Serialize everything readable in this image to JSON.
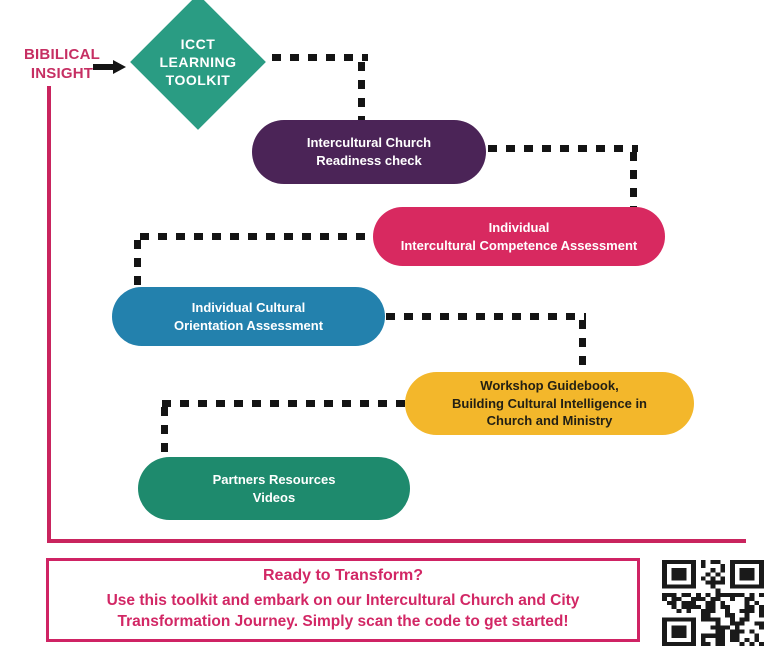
{
  "colors": {
    "accent_pink": "#cf2364",
    "diamond_teal": "#2a9c83",
    "node_purple": "#4b2457",
    "node_pink": "#d82960",
    "node_blue": "#2381ad",
    "node_yellow": "#f3b72b",
    "node_green": "#1e8a6d",
    "connector_black": "#141414"
  },
  "biblical_insight": {
    "line1": "BIBILICAL",
    "line2": "INSIGHT"
  },
  "diamond": {
    "lines": [
      "ICCT",
      "LEARNING",
      "TOOLKIT"
    ]
  },
  "nodes": [
    {
      "id": "intercultural-church-readiness-check",
      "lines": [
        "Intercultural Church",
        "Readiness check"
      ]
    },
    {
      "id": "individual-intercultural-competence-assessment",
      "lines": [
        "Individual",
        "Intercultural Competence Assessment"
      ]
    },
    {
      "id": "individual-cultural-orientation-assessment",
      "lines": [
        "Individual Cultural",
        "Orientation Assessment"
      ]
    },
    {
      "id": "workshop-guidebook",
      "lines": [
        "Workshop Guidebook,",
        "Building Cultural Intelligence in",
        "Church  and Ministry"
      ]
    },
    {
      "id": "partners-resources-videos",
      "lines": [
        "Partners Resources",
        "Videos"
      ]
    }
  ],
  "footer": {
    "title": "Ready to Transform?",
    "body": "Use this toolkit and embark on our Intercultural Church and City Transformation Journey. Simply scan the code to get started!"
  },
  "icons": {
    "arrow": "right-arrow",
    "qr": "qr-code"
  }
}
